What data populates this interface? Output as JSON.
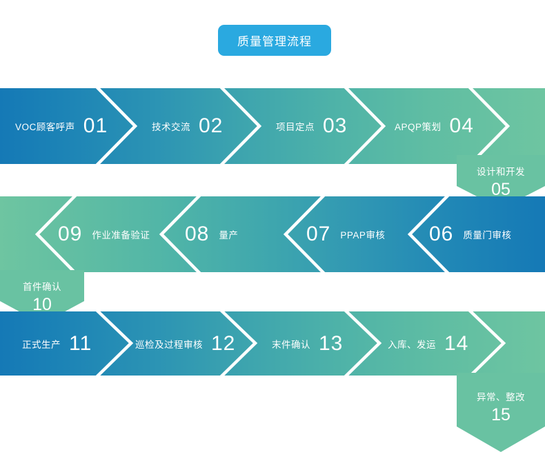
{
  "title": {
    "text": "质量管理流程",
    "color": "#2aa9e0"
  },
  "theme": {
    "blue_start": "#1579b6",
    "teal_mid": "#3ea5ae",
    "green_end": "#6ec5a1",
    "title_blue": "#2aa9e0",
    "text_color": "#ffffff",
    "background": "#ffffff"
  },
  "rows": [
    {
      "id": "row1",
      "direction": "left-to-right",
      "steps": [
        {
          "num": "01",
          "label": "VOC顾客呼声"
        },
        {
          "num": "02",
          "label": "技术交流"
        },
        {
          "num": "03",
          "label": "项目定点"
        },
        {
          "num": "04",
          "label": "APQP策划"
        }
      ]
    },
    {
      "id": "row2",
      "direction": "right-to-left",
      "steps": [
        {
          "num": "06",
          "label": "质量门审核"
        },
        {
          "num": "07",
          "label": "PPAP审核"
        },
        {
          "num": "08",
          "label": "量产"
        },
        {
          "num": "09",
          "label": "作业准备验证"
        }
      ]
    },
    {
      "id": "row3",
      "direction": "left-to-right",
      "steps": [
        {
          "num": "11",
          "label": "正式生产"
        },
        {
          "num": "12",
          "label": "巡检及过程审核"
        },
        {
          "num": "13",
          "label": "末件确认"
        },
        {
          "num": "14",
          "label": "入库、发运"
        }
      ]
    }
  ],
  "connectors": [
    {
      "id": "conn05",
      "num": "05",
      "label": "设计和开发",
      "position": "right",
      "between": "row1-row2"
    },
    {
      "id": "conn10",
      "num": "10",
      "label": "首件确认",
      "position": "left",
      "between": "row2-row3"
    },
    {
      "id": "conn15",
      "num": "15",
      "label": "异常、整改",
      "position": "right",
      "between": "row3-end"
    }
  ]
}
